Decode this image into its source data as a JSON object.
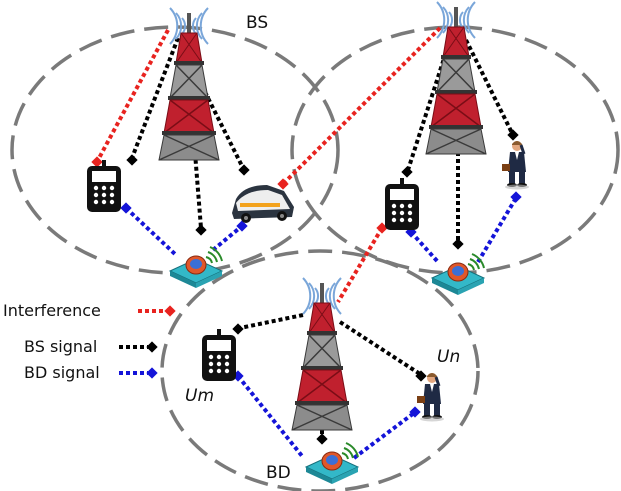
{
  "labels": {
    "bs": "BS",
    "bd": "BD",
    "um": "Um",
    "un": "Un"
  },
  "legend": {
    "interference": "Interference",
    "bs_signal": "BS signal",
    "bd_signal": "BD signal"
  },
  "colors": {
    "interference": "#e8231f",
    "bs_signal": "#000000",
    "bd_signal": "#1414d8",
    "cell_boundary": "#7a7a7a",
    "tower": "#c0202e",
    "antenna_waves": "#7aa6d9",
    "device_base": "#33b8c8"
  },
  "icons": [
    "tower-icon",
    "phone-icon",
    "car-icon",
    "person-icon",
    "backscatter-device-icon"
  ]
}
